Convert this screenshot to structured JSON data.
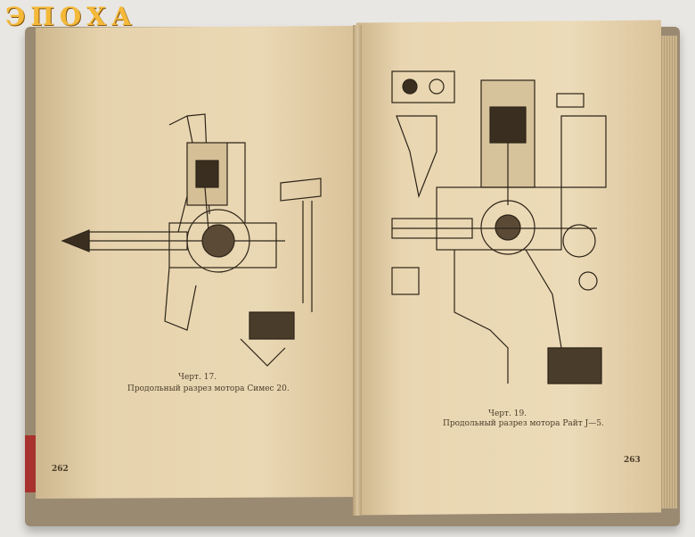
{
  "watermark": "ЭПОХА",
  "left_page": {
    "figure_label": "Черт. 17.",
    "caption": "Продольный разрез мотора Симес 20.",
    "page_number": "262"
  },
  "right_page": {
    "figure_label": "Черт. 19.",
    "caption": "Продольный разрез мотора Райт J—5.",
    "page_number": "263"
  }
}
